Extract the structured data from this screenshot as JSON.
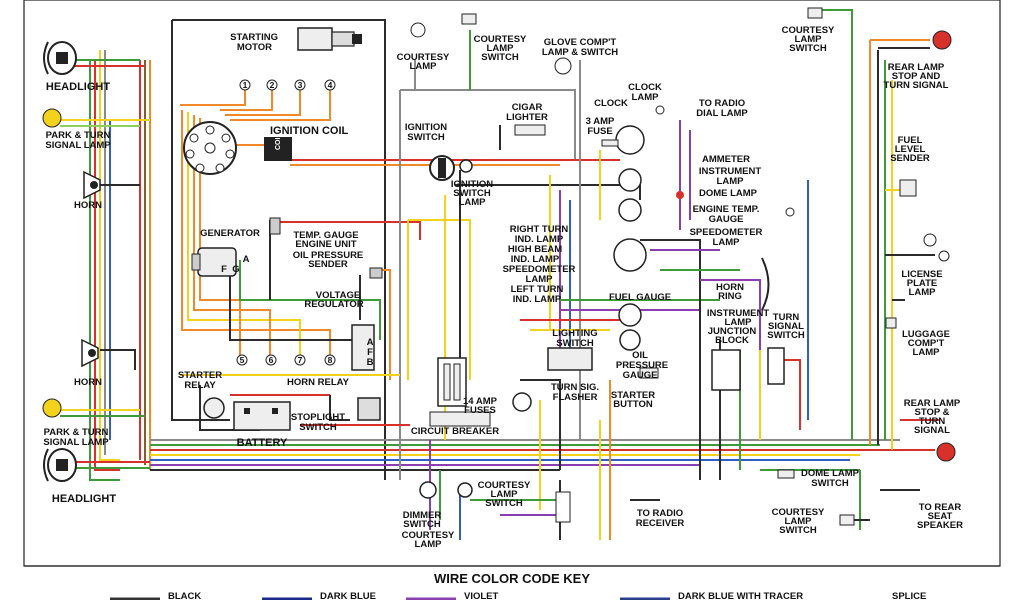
{
  "diagram": {
    "labels": [
      {
        "id": "headlight_l_top",
        "text": "HEADLIGHT"
      },
      {
        "id": "park_turn_top_1",
        "text": "PARK & TURN"
      },
      {
        "id": "park_turn_top_2",
        "text": "SIGNAL LAMP"
      },
      {
        "id": "horn_top",
        "text": "HORN"
      },
      {
        "id": "horn_bottom",
        "text": "HORN"
      },
      {
        "id": "park_turn_bot_1",
        "text": "PARK & TURN"
      },
      {
        "id": "park_turn_bot_2",
        "text": "SIGNAL LAMP"
      },
      {
        "id": "headlight_l_bot",
        "text": "HEADLIGHT"
      },
      {
        "id": "starting_motor_1",
        "text": "STARTING"
      },
      {
        "id": "starting_motor_2",
        "text": "MOTOR"
      },
      {
        "id": "ignition_coil",
        "text": "IGNITION COIL"
      },
      {
        "id": "coil_text",
        "text": "COIL"
      },
      {
        "id": "generator",
        "text": "GENERATOR"
      },
      {
        "id": "temp_gauge_1",
        "text": "TEMP. GAUGE"
      },
      {
        "id": "temp_gauge_2",
        "text": "ENGINE UNIT"
      },
      {
        "id": "oil_press_1",
        "text": "OIL PRESSURE"
      },
      {
        "id": "oil_press_2",
        "text": "SENDER"
      },
      {
        "id": "voltage_1",
        "text": "VOLTAGE"
      },
      {
        "id": "voltage_2",
        "text": "REGULATOR"
      },
      {
        "id": "starter_relay_1",
        "text": "STARTER"
      },
      {
        "id": "starter_relay_2",
        "text": "RELAY"
      },
      {
        "id": "horn_relay",
        "text": "HORN RELAY"
      },
      {
        "id": "battery",
        "text": "BATTERY"
      },
      {
        "id": "stoplight_1",
        "text": "STOPLIGHT"
      },
      {
        "id": "stoplight_2",
        "text": "SWITCH"
      },
      {
        "id": "courtesy_lamp_top",
        "text": "COURTESY"
      },
      {
        "id": "courtesy_lamp_top2",
        "text": "LAMP"
      },
      {
        "id": "courtesy_sw_top_1",
        "text": "COURTESY"
      },
      {
        "id": "courtesy_sw_top_2",
        "text": "LAMP"
      },
      {
        "id": "courtesy_sw_top_3",
        "text": "SWITCH"
      },
      {
        "id": "glove_1",
        "text": "GLOVE COMP'T"
      },
      {
        "id": "glove_2",
        "text": "LAMP & SWITCH"
      },
      {
        "id": "ignition_sw_1",
        "text": "IGNITION"
      },
      {
        "id": "ignition_sw_2",
        "text": "SWITCH"
      },
      {
        "id": "cigar_1",
        "text": "CIGAR"
      },
      {
        "id": "cigar_2",
        "text": "LIGHTER"
      },
      {
        "id": "fuse_1",
        "text": "3 AMP"
      },
      {
        "id": "fuse_2",
        "text": "FUSE"
      },
      {
        "id": "clock",
        "text": "CLOCK"
      },
      {
        "id": "clock_lamp_1",
        "text": "CLOCK"
      },
      {
        "id": "clock_lamp_2",
        "text": "LAMP"
      },
      {
        "id": "radio_dial_1",
        "text": "TO RADIO"
      },
      {
        "id": "radio_dial_2",
        "text": "DIAL LAMP"
      },
      {
        "id": "ign_sw_lamp_1",
        "text": "IGNITION"
      },
      {
        "id": "ign_sw_lamp_2",
        "text": "SWITCH"
      },
      {
        "id": "ign_sw_lamp_3",
        "text": "LAMP"
      },
      {
        "id": "ammeter",
        "text": "AMMETER"
      },
      {
        "id": "instr_lamp_1",
        "text": "INSTRUMENT"
      },
      {
        "id": "instr_lamp_2",
        "text": "LAMP"
      },
      {
        "id": "dome_lamp",
        "text": "DOME LAMP"
      },
      {
        "id": "eng_temp_1",
        "text": "ENGINE TEMP."
      },
      {
        "id": "eng_temp_2",
        "text": "GAUGE"
      },
      {
        "id": "speedo_lamp_1",
        "text": "SPEEDOMETER"
      },
      {
        "id": "speedo_lamp_2",
        "text": "LAMP"
      },
      {
        "id": "right_turn_1",
        "text": "RIGHT TURN"
      },
      {
        "id": "right_turn_2",
        "text": "IND. LAMP"
      },
      {
        "id": "high_beam_1",
        "text": "HIGH BEAM"
      },
      {
        "id": "high_beam_2",
        "text": "IND. LAMP"
      },
      {
        "id": "speedo_left_1",
        "text": "SPEEDOMETER"
      },
      {
        "id": "speedo_left_2",
        "text": "LAMP"
      },
      {
        "id": "left_turn_1",
        "text": "LEFT TURN"
      },
      {
        "id": "left_turn_2",
        "text": "IND. LAMP"
      },
      {
        "id": "fuel_gauge",
        "text": "FUEL GAUGE"
      },
      {
        "id": "lighting_sw_1",
        "text": "LIGHTING"
      },
      {
        "id": "lighting_sw_2",
        "text": "SWITCH"
      },
      {
        "id": "oil_gauge_1",
        "text": "OIL"
      },
      {
        "id": "oil_gauge_2",
        "text": "PRESSURE"
      },
      {
        "id": "oil_gauge_3",
        "text": "GAUGE"
      },
      {
        "id": "turn_flasher_1",
        "text": "TURN SIG."
      },
      {
        "id": "turn_flasher_2",
        "text": "FLASHER"
      },
      {
        "id": "starter_btn_1",
        "text": "STARTER"
      },
      {
        "id": "starter_btn_2",
        "text": "BUTTON"
      },
      {
        "id": "fuses_1",
        "text": "14 AMP"
      },
      {
        "id": "fuses_2",
        "text": "FUSES"
      },
      {
        "id": "circuit_breaker",
        "text": "CIRCUIT BREAKER"
      },
      {
        "id": "horn_ring_1",
        "text": "HORN"
      },
      {
        "id": "horn_ring_2",
        "text": "RING"
      },
      {
        "id": "instr_junc_1",
        "text": "INSTRUMENT"
      },
      {
        "id": "instr_junc_2",
        "text": "LAMP"
      },
      {
        "id": "instr_junc_3",
        "text": "JUNCTION"
      },
      {
        "id": "instr_junc_4",
        "text": "BLOCK"
      },
      {
        "id": "turn_sw_1",
        "text": "TURN"
      },
      {
        "id": "turn_sw_2",
        "text": "SIGNAL"
      },
      {
        "id": "turn_sw_3",
        "text": "SWITCH"
      },
      {
        "id": "courtesy_sw_tr_1",
        "text": "COURTESY"
      },
      {
        "id": "courtesy_sw_tr_2",
        "text": "LAMP"
      },
      {
        "id": "courtesy_sw_tr_3",
        "text": "SWITCH"
      },
      {
        "id": "rear_lamp_top_1",
        "text": "REAR LAMP"
      },
      {
        "id": "rear_lamp_top_2",
        "text": "STOP AND"
      },
      {
        "id": "rear_lamp_top_3",
        "text": "TURN SIGNAL"
      },
      {
        "id": "fuel_sender_1",
        "text": "FUEL"
      },
      {
        "id": "fuel_sender_2",
        "text": "LEVEL"
      },
      {
        "id": "fuel_sender_3",
        "text": "SENDER"
      },
      {
        "id": "license_1",
        "text": "LICENSE"
      },
      {
        "id": "license_2",
        "text": "PLATE"
      },
      {
        "id": "license_3",
        "text": "LAMP"
      },
      {
        "id": "luggage_1",
        "text": "LUGGAGE"
      },
      {
        "id": "luggage_2",
        "text": "COMP'T"
      },
      {
        "id": "luggage_3",
        "text": "LAMP"
      },
      {
        "id": "rear_lamp_bot_1",
        "text": "REAR LAMP"
      },
      {
        "id": "rear_lamp_bot_2",
        "text": "STOP &"
      },
      {
        "id": "rear_lamp_bot_3",
        "text": "TURN"
      },
      {
        "id": "rear_lamp_bot_4",
        "text": "SIGNAL"
      },
      {
        "id": "dome_sw_1",
        "text": "DOME LAMP"
      },
      {
        "id": "dome_sw_2",
        "text": "SWITCH"
      },
      {
        "id": "radio_recv_1",
        "text": "TO RADIO"
      },
      {
        "id": "radio_recv_2",
        "text": "RECEIVER"
      },
      {
        "id": "courtesy_sw_br_1",
        "text": "COURTESY"
      },
      {
        "id": "courtesy_sw_br_2",
        "text": "LAMP"
      },
      {
        "id": "courtesy_sw_br_3",
        "text": "SWITCH"
      },
      {
        "id": "speaker_1",
        "text": "TO REAR"
      },
      {
        "id": "speaker_2",
        "text": "SEAT"
      },
      {
        "id": "speaker_3",
        "text": "SPEAKER"
      },
      {
        "id": "dimmer_1",
        "text": "DIMMER"
      },
      {
        "id": "dimmer_2",
        "text": "SWITCH"
      },
      {
        "id": "courtesy_lamp_b_1",
        "text": "COURTESY"
      },
      {
        "id": "courtesy_lamp_b_2",
        "text": "LAMP"
      },
      {
        "id": "courtesy_sw_bc_1",
        "text": "COURTESY"
      },
      {
        "id": "courtesy_sw_bc_2",
        "text": "LAMP"
      },
      {
        "id": "courtesy_sw_bc_3",
        "text": "SWITCH"
      },
      {
        "id": "gen_a",
        "text": "A"
      },
      {
        "id": "gen_f",
        "text": "F"
      },
      {
        "id": "gen_g",
        "text": "G"
      },
      {
        "id": "vr_a",
        "text": "A"
      },
      {
        "id": "vr_f",
        "text": "F"
      },
      {
        "id": "vr_b",
        "text": "B"
      }
    ],
    "terminals_top": [
      "1",
      "2",
      "3",
      "4"
    ],
    "terminals_bottom": [
      "5",
      "6",
      "7",
      "8"
    ],
    "key": {
      "title": "WIRE COLOR CODE KEY",
      "items": [
        {
          "label": "BLACK",
          "color": "#333333"
        },
        {
          "label": "DARK BLUE",
          "color": "#1a2a8c"
        },
        {
          "label": "VIOLET",
          "color": "#8a3fb0"
        },
        {
          "label": "DARK BLUE WITH TRACER",
          "color": "#2a3f8c"
        },
        {
          "label": "SPLICE",
          "color": "#111111"
        }
      ]
    },
    "colors": {
      "black": "#2b2b2b",
      "red": "#d8302a",
      "orange": "#f0892a",
      "yellow": "#f2d21b",
      "green": "#3f9a3a",
      "lightgreen": "#8ccf5a",
      "blue": "#2f5fbf",
      "darkblue": "#1d2f8a",
      "violet": "#8a3fb0",
      "gray": "#8a8a8a",
      "brown": "#8b5a2b",
      "tan": "#d9b47a",
      "pink": "#e88aa0"
    }
  }
}
